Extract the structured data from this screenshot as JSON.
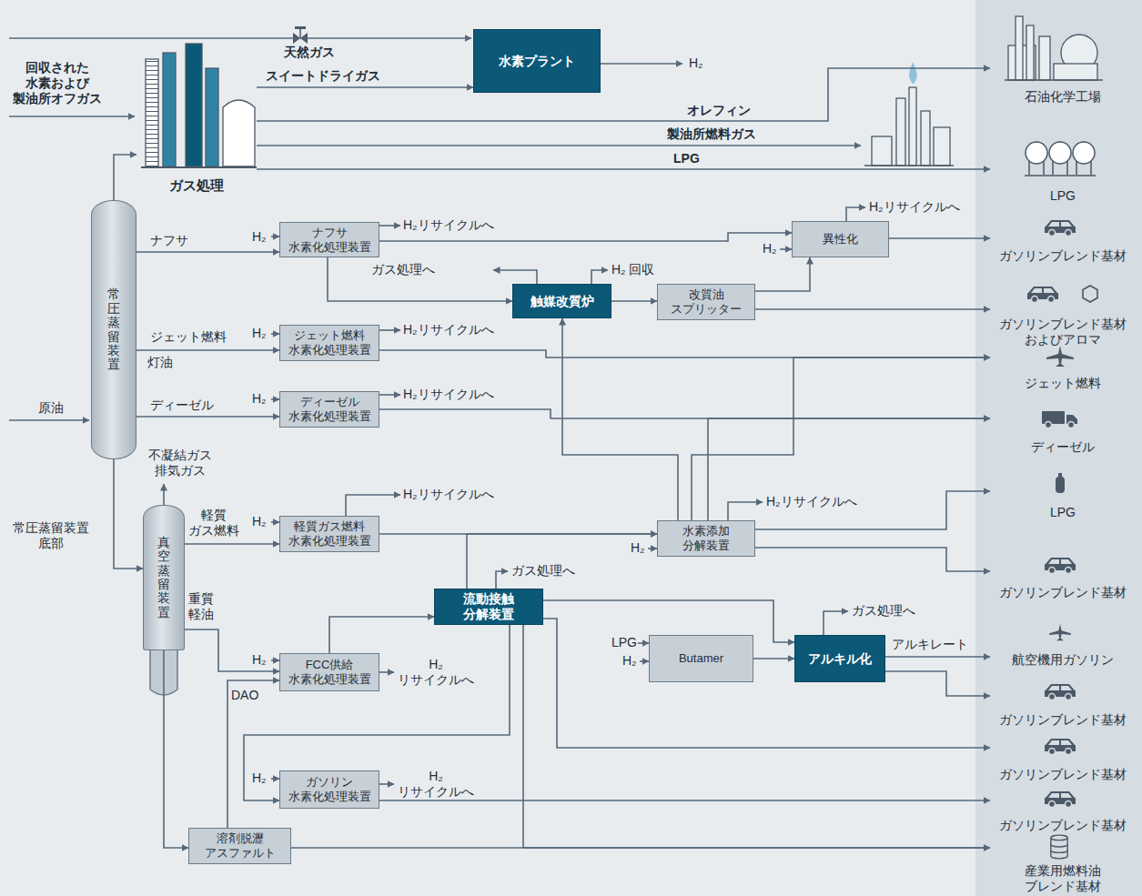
{
  "diagram": {
    "nodes": [
      {
        "text": [
          "ガス処理"
        ]
      },
      {
        "text": [
          "水素プラント"
        ]
      },
      {
        "text": [
          "石油化学工場"
        ]
      },
      {
        "text": [
          "LPG"
        ]
      },
      {
        "text": [
          "常圧蒸留装置"
        ]
      },
      {
        "text": [
          "ナフサ 水素化処理装置"
        ]
      },
      {
        "text": [
          "異性化"
        ]
      },
      {
        "text": [
          "ガソリンブレンド基材"
        ]
      },
      {
        "text": [
          "触媒改質炉"
        ]
      },
      {
        "text": [
          "改質油 スプリッター"
        ]
      },
      {
        "text": [
          "ガソリンブレンド基材 およびアロマ"
        ]
      },
      {
        "text": [
          "ジェット燃料 水素化処理装置"
        ]
      },
      {
        "text": [
          "ジェット燃料"
        ]
      },
      {
        "text": [
          "ディーゼル 水素化処理装置"
        ]
      },
      {
        "text": [
          "ディーゼル"
        ]
      },
      {
        "text": [
          "真空蒸留装置"
        ]
      },
      {
        "text": [
          "軽質ガス燃料 水素化処理装置"
        ]
      },
      {
        "text": [
          "水素添加 分解装置"
        ]
      },
      {
        "text": [
          "LPG"
        ]
      },
      {
        "text": [
          "ガソリンブレンド基材"
        ]
      },
      {
        "text": [
          "流動接触 分解装置"
        ]
      },
      {
        "text": [
          "FCC供給 水素化処理装置"
        ]
      },
      {
        "text": [
          "Butamer"
        ]
      },
      {
        "text": [
          "アルキル化"
        ]
      },
      {
        "text": [
          "航空機用ガソリン"
        ]
      },
      {
        "text": [
          "ガソリンブレンド基材"
        ]
      },
      {
        "text": [
          "ガソリンブレンド基材"
        ]
      },
      {
        "text": [
          "ガソリン 水素化処理装置"
        ]
      },
      {
        "text": [
          "ガソリンブレンド基材"
        ]
      },
      {
        "text": [
          "溶剤脱瀝 アスファルト"
        ]
      },
      {
        "text": [
          "産業用燃料油 ブレンド基材"
        ]
      }
    ],
    "edges": [
      {
        "from": 0,
        "to": 1,
        "arrow": "to",
        "label": "スイートドライガス"
      },
      {
        "from": 0,
        "to": 2,
        "arrow": "to",
        "label": "オレフィン"
      },
      {
        "from": 0,
        "to": 3,
        "arrow": "to",
        "label": "LPG"
      },
      {
        "from": 4,
        "to": 0,
        "arrow": "to"
      },
      {
        "from": 4,
        "to": 5,
        "arrow": "to",
        "label": "ナフサ"
      },
      {
        "from": 5,
        "to": 6,
        "arrow": "to"
      },
      {
        "from": 5,
        "to": 8,
        "arrow": "to"
      },
      {
        "from": 8,
        "to": 9,
        "arrow": "to"
      },
      {
        "from": 9,
        "to": 6,
        "arrow": "to"
      },
      {
        "from": 9,
        "to": 10,
        "arrow": "to"
      },
      {
        "from": 6,
        "to": 7,
        "arrow": "to"
      },
      {
        "from": 4,
        "to": 11,
        "arrow": "to",
        "label": "ジェット燃料"
      },
      {
        "from": 11,
        "to": 12,
        "arrow": "to"
      },
      {
        "from": 4,
        "to": 13,
        "arrow": "to",
        "label": "ディーゼル"
      },
      {
        "from": 13,
        "to": 14,
        "arrow": "to"
      },
      {
        "from": 4,
        "to": 15,
        "arrow": "to",
        "label": "常圧蒸留装置 底部"
      },
      {
        "from": 15,
        "to": 16,
        "arrow": "to",
        "label": "軽質 ガス燃料"
      },
      {
        "from": 16,
        "to": 17,
        "arrow": "to"
      },
      {
        "from": 17,
        "to": 8,
        "arrow": "to"
      },
      {
        "from": 17,
        "to": 12,
        "arrow": "to"
      },
      {
        "from": 17,
        "to": 14,
        "arrow": "to"
      },
      {
        "from": 17,
        "to": 18,
        "arrow": "to"
      },
      {
        "from": 17,
        "to": 19,
        "arrow": "to"
      },
      {
        "from": 15,
        "to": 21,
        "arrow": "to",
        "label": "重質 軽油"
      },
      {
        "from": 21,
        "to": 20,
        "arrow": "to"
      },
      {
        "from": 20,
        "to": 17,
        "arrow": "to"
      },
      {
        "from": 20,
        "to": 23,
        "arrow": "to"
      },
      {
        "from": 20,
        "to": 26,
        "arrow": "to"
      },
      {
        "from": 22,
        "to": 23,
        "arrow": "to"
      },
      {
        "from": 23,
        "to": 24,
        "arrow": "to",
        "label": "アルキレート"
      },
      {
        "from": 23,
        "to": 25,
        "arrow": "to"
      },
      {
        "from": 20,
        "to": 27,
        "arrow": "to"
      },
      {
        "from": 27,
        "to": 28,
        "arrow": "to"
      },
      {
        "from": 15,
        "to": 29,
        "arrow": "to"
      },
      {
        "from": 29,
        "to": 21,
        "arrow": "to",
        "label": "DAO"
      },
      {
        "from": 29,
        "to": 30,
        "arrow": "to"
      },
      {
        "from": 20,
        "to": 30,
        "arrow": "to"
      }
    ],
    "labels": [
      "回収された 水素および 製油所オフガス",
      "天然ガス",
      "H₂",
      "製油所燃料ガス",
      "H₂",
      "H₂リサイクルへ",
      "ガス処理へ",
      "H₂ 回収",
      "H₂",
      "H₂リサイクルへ",
      "灯油",
      "H₂",
      "H₂リサイクルへ",
      "原油",
      "H₂",
      "H₂リサイクルへ",
      "不凝結ガス 排気ガス",
      "H₂",
      "H₂リサイクルへ",
      "H₂リサイクルへ",
      "H₂",
      "ガス処理へ",
      "ガス処理へ",
      "LPG",
      "H₂",
      "H₂",
      "H₂ リサイクルへ",
      "H₂",
      "H₂ リサイクルへ"
    ]
  }
}
